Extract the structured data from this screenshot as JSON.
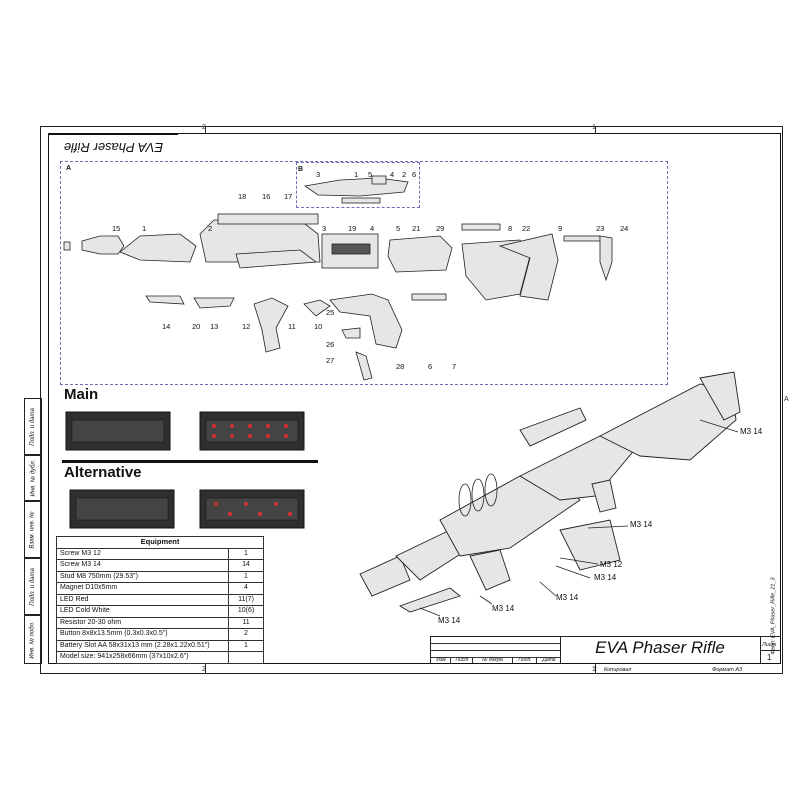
{
  "sheet": {
    "mirrored_title": "EVA Phaser Rifle",
    "zones_top": [
      "2",
      "1"
    ],
    "zones_bottom": [
      "2",
      "1"
    ],
    "zone_right": "A"
  },
  "views": {
    "a_label": "A",
    "b_label": "B",
    "a_numbers": [
      "15",
      "1",
      "18",
      "16",
      "17",
      "2",
      "3",
      "19",
      "4",
      "5",
      "21",
      "29",
      "8",
      "22",
      "9",
      "23",
      "24",
      "14",
      "20",
      "13",
      "12",
      "11",
      "10",
      "25",
      "26",
      "27",
      "28",
      "6",
      "7"
    ],
    "b_numbers": [
      "3",
      "5",
      "1",
      "4",
      "2",
      "6"
    ]
  },
  "side_stamp": [
    "Подп. и дата",
    "Инв. № дубл.",
    "Взам. инв. №",
    "Подп. и дата",
    "Инв. № подл."
  ],
  "sections": {
    "main": "Main",
    "alternative": "Alternative"
  },
  "equipment": {
    "title": "Equipment",
    "rows": [
      {
        "item": "Screw M3 12",
        "qty": "1"
      },
      {
        "item": "Screw M3 14",
        "qty": "14"
      },
      {
        "item": "Stud M8 750mm (29.53\")",
        "qty": "1"
      },
      {
        "item": "Magnet D10x5mm",
        "qty": "4"
      },
      {
        "item": "LED Red",
        "qty": "11(7)"
      },
      {
        "item": "LED Cold White",
        "qty": "10(6)"
      },
      {
        "item": "Resistor 20-30 ohm",
        "qty": "11"
      },
      {
        "item": "Button 8x8x13.5mm (0.3x0.3x0.5\")",
        "qty": "2"
      },
      {
        "item": "Battery Slot AA 58x31x13 mm (2.28x1.22x0.51\")",
        "qty": "1"
      },
      {
        "item": "Model size: 941x258x66mm (37x10x2.6\")",
        "qty": ""
      }
    ]
  },
  "callouts": {
    "c1": "M3 14",
    "c2": "M3 14",
    "c3": "M3 12",
    "c4": "M3 14",
    "c5": "M3 14",
    "c6": "M3 14",
    "c7": "M3 14"
  },
  "title_block": {
    "title": "EVA Phaser Rifle",
    "headers": [
      "Изм",
      "Лист",
      "№ докум.",
      "Подп.",
      "Дата"
    ],
    "sheet_label": "Лист",
    "sheet_num": "1",
    "copied_num": "1",
    "copied": "Копировал",
    "format": "Формат А3",
    "file": "Файл: EVA_Phaser_Rifle_21_3"
  },
  "colors": {
    "led_red": "#d83030",
    "dash": "#6f6fb8",
    "part_fill": "#e6e6e6"
  }
}
